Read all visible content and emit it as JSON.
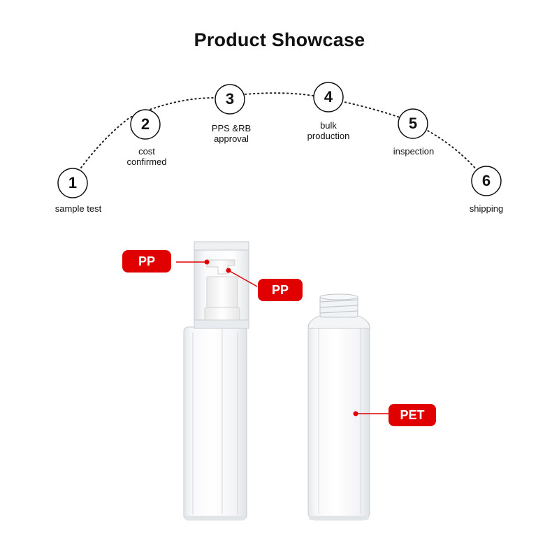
{
  "title": "Product Showcase",
  "steps": [
    {
      "number": "1",
      "label_line1": "sample test",
      "label_line2": ""
    },
    {
      "number": "2",
      "label_line1": "cost",
      "label_line2": "confirmed"
    },
    {
      "number": "3",
      "label_line1": "PPS &RB",
      "label_line2": "approval"
    },
    {
      "number": "4",
      "label_line1": "bulk",
      "label_line2": "production"
    },
    {
      "number": "5",
      "label_line1": "inspection",
      "label_line2": ""
    },
    {
      "number": "6",
      "label_line1": "shipping",
      "label_line2": ""
    }
  ],
  "callouts": {
    "cap_material": "PP",
    "pump_material": "PP",
    "bottle_material": "PET"
  },
  "colors": {
    "badge": "#e00000",
    "text": "#111111",
    "dotted_path": "#222222"
  }
}
